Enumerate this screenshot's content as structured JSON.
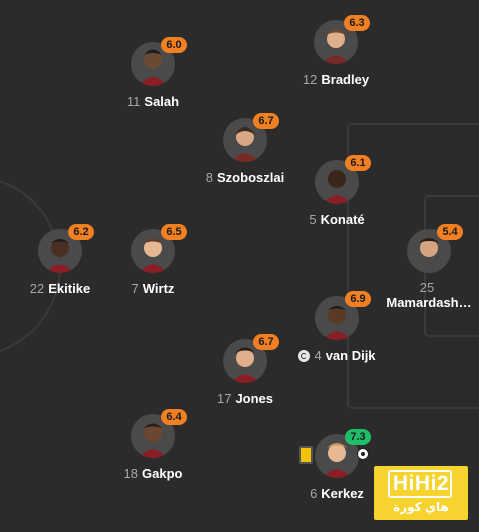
{
  "players": [
    {
      "id": "salah",
      "number": "11",
      "name": "Salah",
      "rating": "6.0",
      "rating_color": "orange"
    },
    {
      "id": "bradley",
      "number": "12",
      "name": "Bradley",
      "rating": "6.3",
      "rating_color": "orange"
    },
    {
      "id": "szoboszlai",
      "number": "8",
      "name": "Szoboszlai",
      "rating": "6.7",
      "rating_color": "orange"
    },
    {
      "id": "konate",
      "number": "5",
      "name": "Konaté",
      "rating": "6.1",
      "rating_color": "orange"
    },
    {
      "id": "ekitike",
      "number": "22",
      "name": "Ekitike",
      "rating": "6.2",
      "rating_color": "orange"
    },
    {
      "id": "wirtz",
      "number": "7",
      "name": "Wirtz",
      "rating": "6.5",
      "rating_color": "orange"
    },
    {
      "id": "mamardashvili",
      "number": "25",
      "name": "Mamardash…",
      "rating": "5.4",
      "rating_color": "orange"
    },
    {
      "id": "vandijk",
      "number": "4",
      "name": "van Dijk",
      "rating": "6.9",
      "rating_color": "orange",
      "icon": "captain-icon"
    },
    {
      "id": "jones",
      "number": "17",
      "name": "Jones",
      "rating": "6.7",
      "rating_color": "orange"
    },
    {
      "id": "gakpo",
      "number": "18",
      "name": "Gakpo",
      "rating": "6.4",
      "rating_color": "orange"
    },
    {
      "id": "kerkez",
      "number": "6",
      "name": "Kerkez",
      "rating": "7.3",
      "rating_color": "green",
      "icons": [
        "yellow-card-icon",
        "goal-ball-icon"
      ]
    }
  ],
  "watermark": {
    "brand": "HiHi2",
    "arabic": "هاي كورة"
  },
  "colors": {
    "background": "#2b2b2b",
    "pitch_lines": "#3c3c3c",
    "rating_orange": "#f08022",
    "rating_green": "#1fbf6a"
  }
}
